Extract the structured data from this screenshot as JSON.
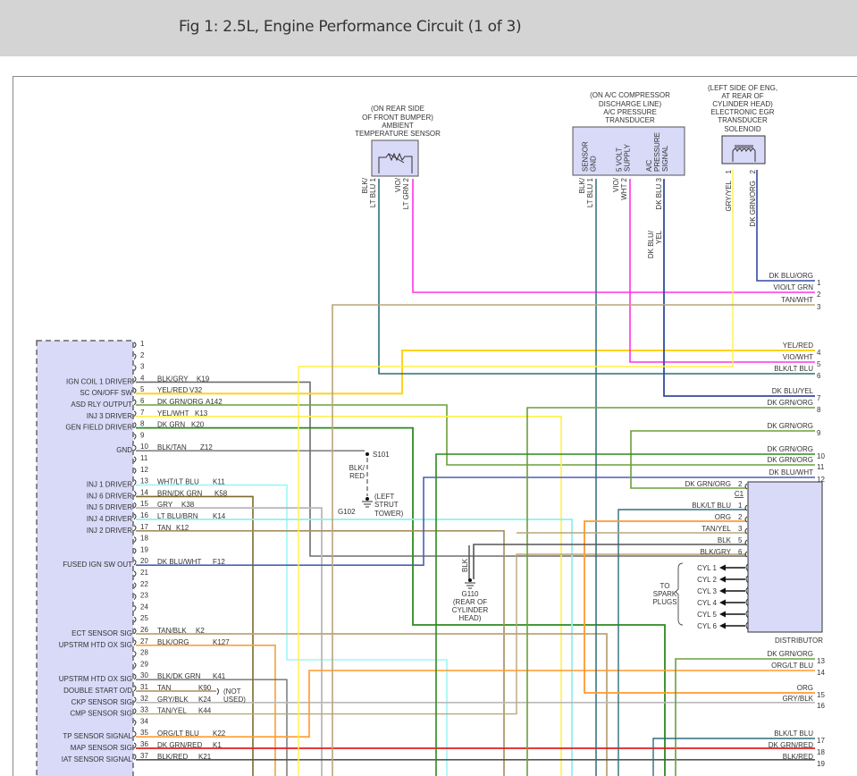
{
  "title": "Fig 1: 2.5L, Engine Performance Circuit (1 of 3)",
  "colors": {
    "module_fill": "#d9d9f8",
    "text": "#333333"
  },
  "components": {
    "ambient_sensor": {
      "location": [
        "(ON REAR SIDE",
        "OF FRONT BUMPER)",
        "AMBIENT",
        "TEMPERATURE SENSOR"
      ],
      "pins": [
        {
          "num": "1",
          "wire": [
            "BLK/",
            "LT BLU"
          ]
        },
        {
          "num": "2",
          "wire": [
            "VIO/",
            "LT GRN"
          ]
        }
      ]
    },
    "ac_transducer": {
      "location": [
        "(ON A/C COMPRESSOR",
        "DISCHARGE LINE)",
        "A/C PRESSURE",
        "TRANSDUCER"
      ],
      "pin_labels": [
        [
          "SENSOR",
          "GND"
        ],
        [
          "5 VOLT",
          "SUPPLY"
        ],
        [
          "A/C",
          "PRESSURE",
          "SIGNAL"
        ]
      ],
      "pins": [
        {
          "num": "1",
          "wire": [
            "BLK/",
            "LT BLU"
          ]
        },
        {
          "num": "2",
          "wire": [
            "VIO/",
            "WHT"
          ]
        },
        {
          "num": "3",
          "wire": [
            "DK BLU"
          ]
        }
      ],
      "splice_wire": [
        "DK BLU/",
        "YEL"
      ]
    },
    "egr_solenoid": {
      "location": [
        "(LEFT SIDE OF ENG,",
        "AT REAR OF",
        "CYLINDER HEAD)",
        "ELECTRONIC EGR",
        "TRANSDUCER",
        "SOLENOID"
      ],
      "pins": [
        {
          "num": "1",
          "wire": "GRY/YEL"
        },
        {
          "num": "2",
          "wire": "DK GRN/ORG"
        }
      ]
    },
    "distributor": {
      "label": "DISTRIBUTOR",
      "connector": "C1",
      "pins": [
        {
          "num": "2",
          "wire": "DK GRN/ORG"
        },
        {
          "num": "1",
          "wire": "BLK/LT BLU"
        },
        {
          "num": "2",
          "wire": "ORG"
        },
        {
          "num": "3",
          "wire": "TAN/YEL"
        },
        {
          "num": "5",
          "wire": "BLK"
        },
        {
          "num": "6",
          "wire": "BLK/GRY"
        }
      ],
      "spark_outputs": [
        "CYL 1",
        "CYL 2",
        "CYL 3",
        "CYL 4",
        "CYL 5",
        "CYL 6"
      ],
      "spark_label": [
        "TO",
        "SPARK",
        "PLUGS"
      ]
    },
    "s101": {
      "label": "S101",
      "wire": [
        "BLK/",
        "RED"
      ]
    },
    "g102": {
      "label": "G102",
      "location": [
        "(LEFT",
        "STRUT",
        "TOWER)"
      ]
    },
    "g110": {
      "label": "G110",
      "wire": "BLK",
      "location": [
        "(REAR OF",
        "CYLINDER",
        "HEAD)"
      ]
    },
    "not_used": [
      "(NOT",
      "USED)"
    ]
  },
  "pcm_pins": [
    {
      "num": "1",
      "func": "",
      "wire": "",
      "circuit": ""
    },
    {
      "num": "2",
      "func": "",
      "wire": "",
      "circuit": ""
    },
    {
      "num": "3",
      "func": "",
      "wire": "",
      "circuit": ""
    },
    {
      "num": "4",
      "func": "IGN COIL 1 DRIVER",
      "wire": "BLK/GRY",
      "circuit": "K19"
    },
    {
      "num": "5",
      "func": "SC ON/OFF SW",
      "wire": "YEL/RED",
      "circuit": "V32"
    },
    {
      "num": "6",
      "func": "ASD RLY OUTPUT",
      "wire": "DK GRN/ORG",
      "circuit": "A142"
    },
    {
      "num": "7",
      "func": "INJ 3 DRIVER",
      "wire": "YEL/WHT",
      "circuit": "K13"
    },
    {
      "num": "8",
      "func": "GEN FIELD DRIVER",
      "wire": "DK GRN",
      "circuit": "K20"
    },
    {
      "num": "9",
      "func": "",
      "wire": "",
      "circuit": ""
    },
    {
      "num": "10",
      "func": "GND",
      "wire": "BLK/TAN",
      "circuit": "Z12"
    },
    {
      "num": "11",
      "func": "",
      "wire": "",
      "circuit": ""
    },
    {
      "num": "12",
      "func": "",
      "wire": "",
      "circuit": ""
    },
    {
      "num": "13",
      "func": "INJ 1 DRIVER",
      "wire": "WHT/LT BLU",
      "circuit": "K11"
    },
    {
      "num": "14",
      "func": "INJ 6 DRIVER",
      "wire": "BRN/DK GRN",
      "circuit": "K58"
    },
    {
      "num": "15",
      "func": "INJ 5 DRIVER",
      "wire": "GRY",
      "circuit": "K38"
    },
    {
      "num": "16",
      "func": "INJ 4 DRIVER",
      "wire": "LT BLU/BRN",
      "circuit": "K14"
    },
    {
      "num": "17",
      "func": "INJ 2 DRIVER",
      "wire": "TAN",
      "circuit": "K12"
    },
    {
      "num": "18",
      "func": "",
      "wire": "",
      "circuit": ""
    },
    {
      "num": "19",
      "func": "",
      "wire": "",
      "circuit": ""
    },
    {
      "num": "20",
      "func": "FUSED IGN SW OUT",
      "wire": "DK BLU/WHT",
      "circuit": "F12"
    },
    {
      "num": "21",
      "func": "",
      "wire": "",
      "circuit": ""
    },
    {
      "num": "22",
      "func": "",
      "wire": "",
      "circuit": ""
    },
    {
      "num": "23",
      "func": "",
      "wire": "",
      "circuit": ""
    },
    {
      "num": "24",
      "func": "",
      "wire": "",
      "circuit": ""
    },
    {
      "num": "25",
      "func": "",
      "wire": "",
      "circuit": ""
    },
    {
      "num": "26",
      "func": "ECT SENSOR SIG",
      "wire": "TAN/BLK",
      "circuit": "K2"
    },
    {
      "num": "27",
      "func": "UPSTRM HTD OX SIG",
      "wire": "BLK/ORG",
      "circuit": "K127"
    },
    {
      "num": "28",
      "func": "",
      "wire": "",
      "circuit": ""
    },
    {
      "num": "29",
      "func": "",
      "wire": "",
      "circuit": ""
    },
    {
      "num": "30",
      "func": "UPSTRM HTD OX SIG",
      "wire": "BLK/DK GRN",
      "circuit": "K41"
    },
    {
      "num": "31",
      "func": "DOUBLE START O/D",
      "wire": "TAN",
      "circuit": "K90"
    },
    {
      "num": "32",
      "func": "CKP SENSOR SIG",
      "wire": "GRY/BLK",
      "circuit": "K24"
    },
    {
      "num": "33",
      "func": "CMP SENSOR SIG",
      "wire": "TAN/YEL",
      "circuit": "K44"
    },
    {
      "num": "34",
      "func": "",
      "wire": "",
      "circuit": ""
    },
    {
      "num": "35",
      "func": "TP SENSOR SIGNAL",
      "wire": "ORG/LT BLU",
      "circuit": "K22"
    },
    {
      "num": "36",
      "func": "MAP SENSOR SIG",
      "wire": "DK GRN/RED",
      "circuit": "K1"
    },
    {
      "num": "37",
      "func": "IAT SENSOR SIGNAL",
      "wire": "BLK/RED",
      "circuit": "K21"
    }
  ],
  "right_terminals": [
    {
      "num": "1",
      "wire": "DK BLU/ORG"
    },
    {
      "num": "2",
      "wire": "VIO/LT GRN"
    },
    {
      "num": "3",
      "wire": "TAN/WHT"
    },
    {
      "num": "4",
      "wire": "YEL/RED"
    },
    {
      "num": "5",
      "wire": "VIO/WHT"
    },
    {
      "num": "6",
      "wire": "BLK/LT BLU"
    },
    {
      "num": "7",
      "wire": "DK BLU/YEL"
    },
    {
      "num": "8",
      "wire": "DK GRN/ORG"
    },
    {
      "num": "9",
      "wire": "DK GRN/ORG"
    },
    {
      "num": "10",
      "wire": "DK GRN/ORG"
    },
    {
      "num": "11",
      "wire": "DK GRN/ORG"
    },
    {
      "num": "12",
      "wire": "DK BLU/WHT"
    },
    {
      "num": "13",
      "wire": "DK GRN/ORG"
    },
    {
      "num": "14",
      "wire": "ORG/LT BLU"
    },
    {
      "num": "15",
      "wire": "ORG"
    },
    {
      "num": "16",
      "wire": "GRY/BLK"
    },
    {
      "num": "17",
      "wire": "BLK/LT BLU"
    },
    {
      "num": "18",
      "wire": "DK GRN/RED"
    },
    {
      "num": "19",
      "wire": "BLK/RED"
    }
  ]
}
